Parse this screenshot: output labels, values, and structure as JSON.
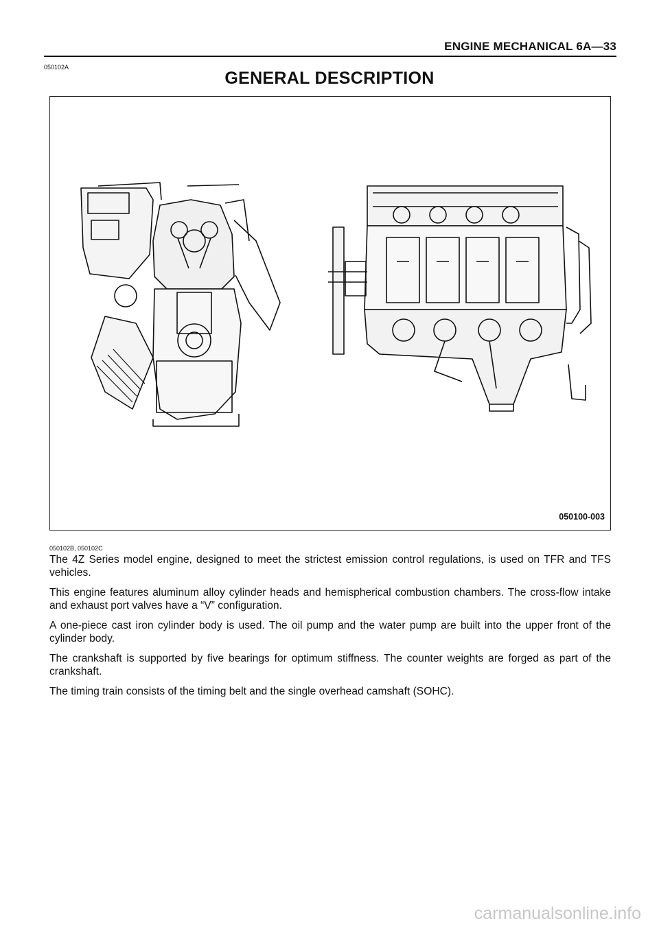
{
  "header": {
    "title": "ENGINE MECHANICAL 6A—33"
  },
  "refs": {
    "top": "050102A",
    "body": "050102B, 050102C"
  },
  "section": {
    "title": "GENERAL DESCRIPTION"
  },
  "figure": {
    "code": "050100-003"
  },
  "paragraphs": [
    "The 4Z Series model engine, designed to meet the strictest emission control regulations, is used on TFR and TFS vehicles.",
    "This engine features aluminum alloy cylinder heads and hemispherical combustion chambers. The cross-flow intake and exhaust port valves have a “V” configuration.",
    "A one-piece cast iron cylinder body is used. The oil pump and the water pump are built into the upper front of the cylinder body.",
    "The crankshaft is supported by five bearings for optimum stiffness. The counter weights are forged as part of the crankshaft.",
    "The timing train consists of the timing belt and the single overhead camshaft (SOHC)."
  ],
  "watermark": "carmanualsonline.info"
}
